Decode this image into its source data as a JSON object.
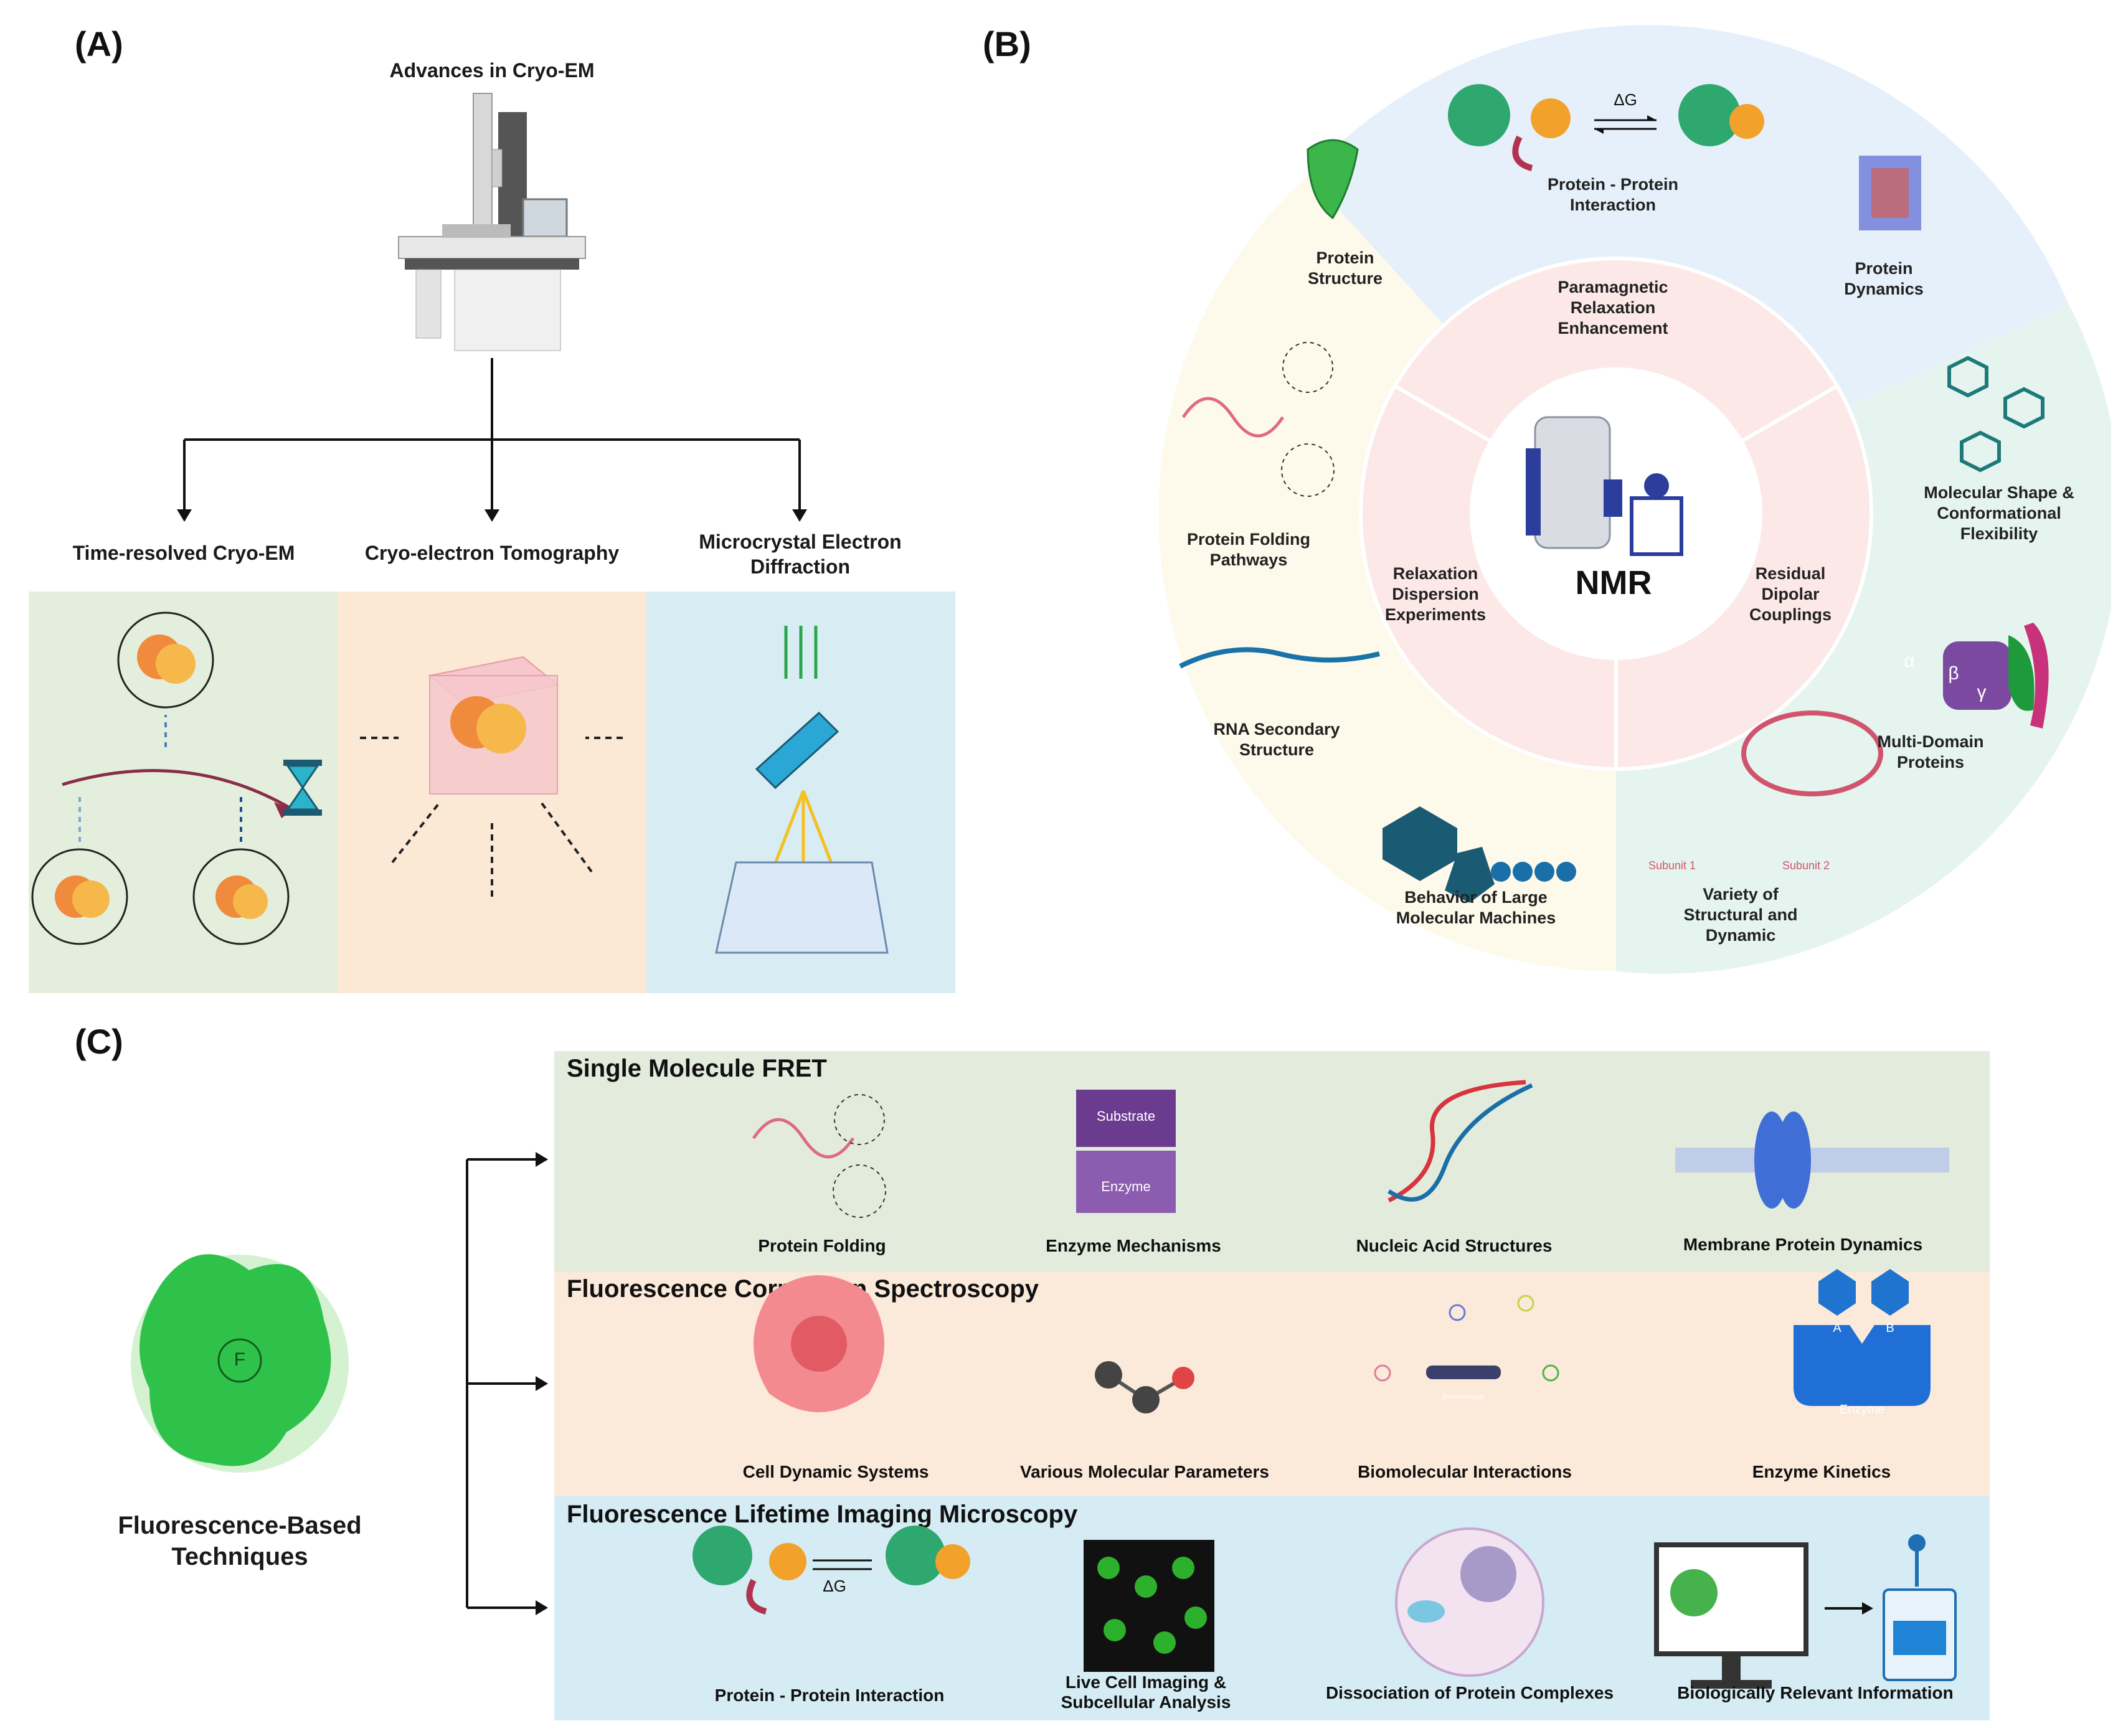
{
  "panelA": {
    "letter": "(A)",
    "title": "Advances in Cryo-EM",
    "branches": [
      "Time-resolved Cryo-EM",
      "Cryo-electron Tomography",
      "Microcrystal Electron Diffraction"
    ],
    "colors": {
      "time_resolved_bg": "#e3efdc",
      "tomography_bg": "#fbe9d6",
      "microed_bg": "#d7ecf3",
      "protein": "#f08a3c"
    }
  },
  "panelB": {
    "letter": "(B)",
    "center": "NMR",
    "inner_ring": [
      "Paramagnetic Relaxation Enhancement",
      "Relaxation Dispersion Experiments",
      "Residual Dipolar Couplings"
    ],
    "outer_ring": [
      "Protein Structure",
      "Protein - Protein Interaction",
      "Protein Dynamics",
      "Molecular Shape & Conformational Flexibility",
      "Multi-Domain Proteins",
      "Variety of Structural and Dynamic",
      "Behavior of Large Molecular Machines",
      "RNA Secondary Structure",
      "Protein Folding Pathways"
    ],
    "icon_text": {
      "delta_g": "ΔG",
      "alpha": "α",
      "beta": "β",
      "gamma": "γ",
      "subunit1": "Subunit 1",
      "subunit2": "Subunit 2"
    },
    "colors": {
      "blue_sector": "#e6f0fa",
      "green_sector": "#e6f4ef",
      "yellow_sector": "#fdfaeb",
      "inner_ring": "#fde8e8"
    }
  },
  "panelC": {
    "letter": "(C)",
    "source": "Fluorescence-Based Techniques",
    "fluorophore_label": "F",
    "rows": [
      {
        "title": "Single Molecule FRET",
        "items": [
          "Protein Folding",
          "Enzyme Mechanisms",
          "Nucleic Acid Structures",
          "Membrane Protein Dynamics"
        ],
        "color": "#e3ecdc"
      },
      {
        "title": "Fluorescence Correlation Spectroscopy",
        "items": [
          "Cell Dynamic Systems",
          "Various Molecular Parameters",
          "Biomolecular Interactions",
          "Enzyme Kinetics"
        ],
        "color": "#fbe9d9"
      },
      {
        "title": "Fluorescence Lifetime Imaging Microscopy",
        "items": [
          "Protein - Protein Interaction",
          "Live Cell Imaging & Subcellular Analysis",
          "Dissociation of Protein Complexes",
          "Biologically Relevant Information"
        ],
        "color": "#d5ecf4"
      }
    ],
    "icon_text": {
      "substrate": "Substrate",
      "enzyme": "Enzyme",
      "a": "A",
      "b": "B",
      "biomolecular_bar": "Biomolecular",
      "delta_g": "ΔG"
    }
  }
}
